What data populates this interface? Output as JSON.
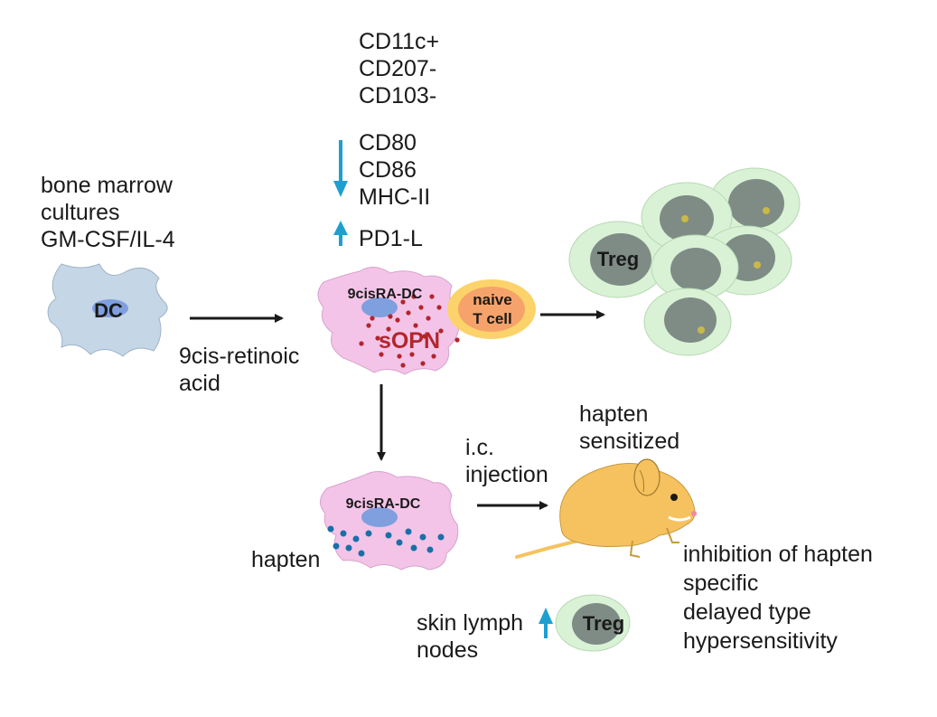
{
  "markers": {
    "line1": "CD11c+",
    "line2": "CD207-",
    "line3": "CD103-"
  },
  "downregulated": {
    "line1": "CD80",
    "line2": "CD86",
    "line3": "MHC-II"
  },
  "upregulated": "PD1-L",
  "source": {
    "line1": "bone marrow",
    "line2": "cultures",
    "line3": "GM-CSF/IL-4"
  },
  "dc_label": "DC",
  "treatment": {
    "line1": "9cis-retinoic",
    "line2": "acid"
  },
  "treated_dc_label": "9cisRA-DC",
  "sopn_label": "sOPN",
  "naive_tcell": {
    "line1": "naive",
    "line2": "T cell"
  },
  "treg_label": "Treg",
  "hapten_dc_label": "9cisRA-DC",
  "hapten_label": "hapten",
  "injection": {
    "line1": "i.c.",
    "line2": "injection"
  },
  "sensitized": {
    "line1": "hapten",
    "line2": "sensitized"
  },
  "outcome": {
    "line1": "inhibition of hapten",
    "line2": "specific",
    "line3": "delayed type",
    "line4": "hypersensitivity"
  },
  "lymph_nodes": {
    "line1": "skin lymph",
    "line2": "nodes"
  },
  "treg_lymph_label": "Treg",
  "colors": {
    "regulation_arrow": "#1e9fd0",
    "dc_body": "#c5d6e6",
    "ra_dc_body": "#f3c4e8",
    "nucleus": "#7f9fde",
    "sopn": "#b3252c",
    "hapten_dots": "#1a6fa8",
    "naive_cell": "#fbd36a",
    "naive_nucleus": "#f5a36b",
    "treg_outer": "#d9f2d6",
    "treg_inner": "#7f8c86",
    "mouse_body": "#f6c25f"
  }
}
